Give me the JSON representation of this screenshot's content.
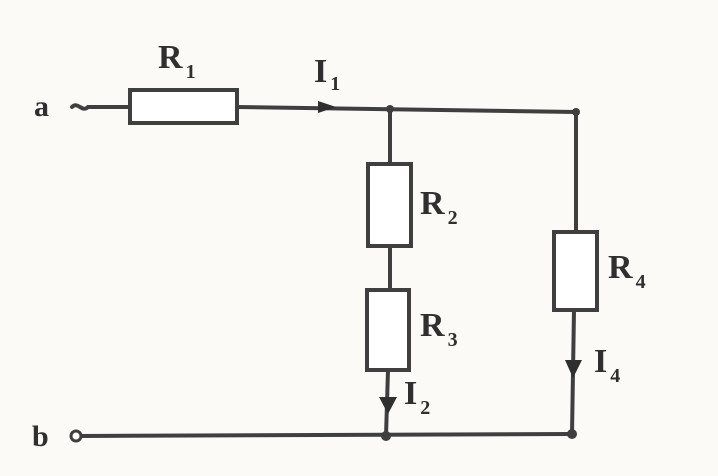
{
  "diagram": {
    "terminals": {
      "a": "a",
      "b": "b"
    },
    "resistors": [
      {
        "main": "R",
        "sub": "1"
      },
      {
        "main": "R",
        "sub": "2"
      },
      {
        "main": "R",
        "sub": "3"
      },
      {
        "main": "R",
        "sub": "4"
      }
    ],
    "currents": [
      {
        "main": "I",
        "sub": "1"
      },
      {
        "main": "I",
        "sub": "2"
      },
      {
        "main": "I",
        "sub": "4"
      }
    ],
    "colors": {
      "wire": "#3f3f3f",
      "background": "#fbfaf7"
    }
  }
}
